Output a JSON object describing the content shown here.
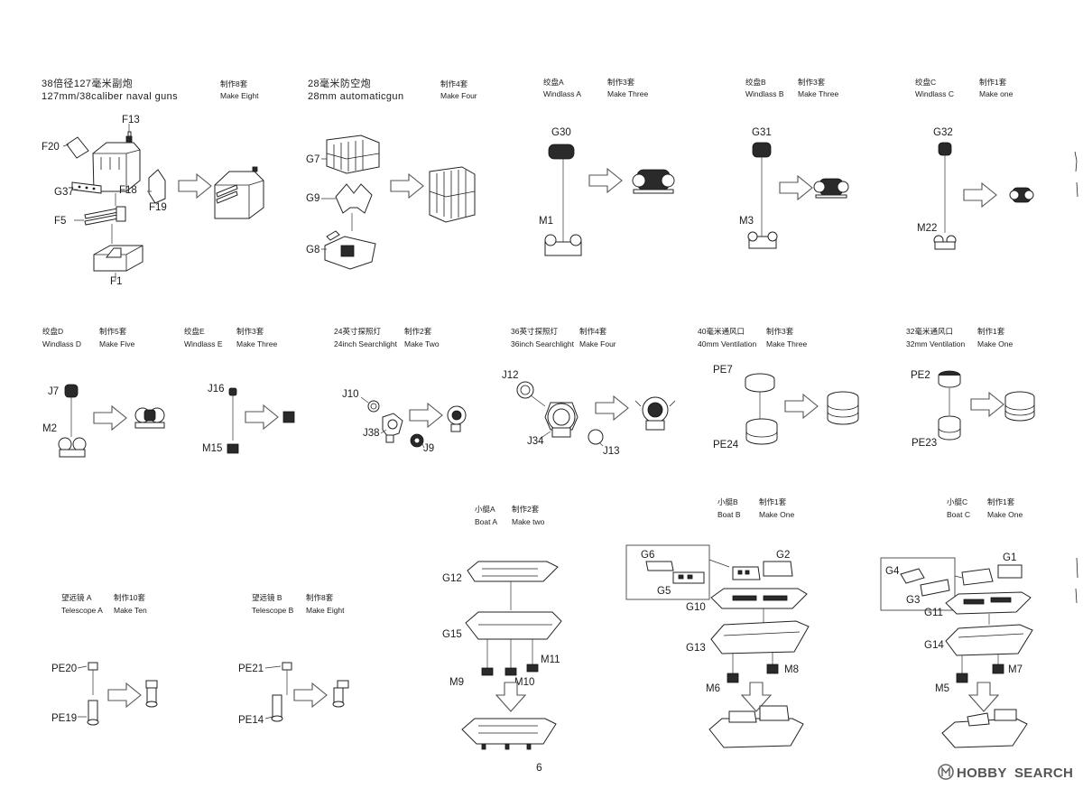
{
  "titles": {
    "guns127": {
      "cn": "38倍径127毫米副炮",
      "en": "127mm/38caliber naval guns",
      "make_cn": "制作8套",
      "make_en": "Make Eight"
    },
    "gun28": {
      "cn": "28毫米防空炮",
      "en": "28mm automaticgun",
      "make_cn": "制作4套",
      "make_en": "Make Four"
    },
    "windA": {
      "cn": "绞盘A",
      "en": "Windlass A",
      "make_cn": "制作3套",
      "make_en": "Make Three"
    },
    "windB": {
      "cn": "绞盘B",
      "en": "Windlass B",
      "make_cn": "制作3套",
      "make_en": "Make Three"
    },
    "windC": {
      "cn": "绞盘C",
      "en": "Windlass C",
      "make_cn": "制作1套",
      "make_en": "Make one"
    },
    "windD": {
      "cn": "绞盘D",
      "en": "Windlass D",
      "make_cn": "制作5套",
      "make_en": "Make Five"
    },
    "windE": {
      "cn": "绞盘E",
      "en": "Windlass E",
      "make_cn": "制作3套",
      "make_en": "Make Three"
    },
    "search24": {
      "cn": "24英寸探照灯",
      "en": "24inch Searchlight",
      "make_cn": "制作2套",
      "make_en": "Make Two"
    },
    "search36": {
      "cn": "36英寸探照灯",
      "en": "36inch Searchlight",
      "make_cn": "制作4套",
      "make_en": "Make Four"
    },
    "vent40": {
      "cn": "40毫米通风口",
      "en": "40mm Ventilation",
      "make_cn": "制作3套",
      "make_en": "Make Three"
    },
    "vent32": {
      "cn": "32毫米通风口",
      "en": "32mm Ventilation",
      "make_cn": "制作1套",
      "make_en": "Make One"
    },
    "boatA": {
      "cn": "小艇A",
      "en": "Boat A",
      "make_cn": "制作2套",
      "make_en": "Make two"
    },
    "boatB": {
      "cn": "小艇B",
      "en": "Boat B",
      "make_cn": "制作1套",
      "make_en": "Make One"
    },
    "boatC": {
      "cn": "小艇C",
      "en": "Boat C",
      "make_cn": "制作1套",
      "make_en": "Make One"
    },
    "teleA": {
      "cn": "望远镜 A",
      "en": "Telescope A",
      "make_cn": "制作10套",
      "make_en": "Make Ten"
    },
    "teleB": {
      "cn": "望远镜 B",
      "en": "Telescope B",
      "make_cn": "制作8套",
      "make_en": "Make Eight"
    }
  },
  "parts": {
    "F13": "F13",
    "F20": "F20",
    "G37": "G37",
    "F18": "F18",
    "F19": "F19",
    "F5": "F5",
    "F1": "F1",
    "G7": "G7",
    "G9": "G9",
    "G8": "G8",
    "G30": "G30",
    "M1": "M1",
    "G31": "G31",
    "M3": "M3",
    "G32": "G32",
    "M22": "M22",
    "J7": "J7",
    "M2": "M2",
    "J16": "J16",
    "M15": "M15",
    "J10": "J10",
    "J38": "J38",
    "J9": "J9",
    "J12": "J12",
    "J34": "J34",
    "J13": "J13",
    "PE7": "PE7",
    "PE24": "PE24",
    "PE2": "PE2",
    "PE23": "PE23",
    "G12": "G12",
    "G15": "G15",
    "M11": "M11",
    "M9": "M9",
    "M10": "M10",
    "G6": "G6",
    "G5": "G5",
    "G2": "G2",
    "G10": "G10",
    "G13": "G13",
    "M6": "M6",
    "M8": "M8",
    "G1": "G1",
    "G4": "G4",
    "G3": "G3",
    "G11": "G11",
    "G14": "G14",
    "M5": "M5",
    "M7": "M7",
    "PE20": "PE20",
    "PE19": "PE19",
    "PE21": "PE21",
    "PE14": "PE14"
  },
  "page_number": "6",
  "watermark": {
    "logo": "HOBBY SEARCH",
    "hobby": "HOBBY",
    "search": "SEARCH",
    "ring": "#666666"
  },
  "colors": {
    "line": "#222222",
    "arrow_outline": "#555555",
    "paper": "#ffffff"
  }
}
